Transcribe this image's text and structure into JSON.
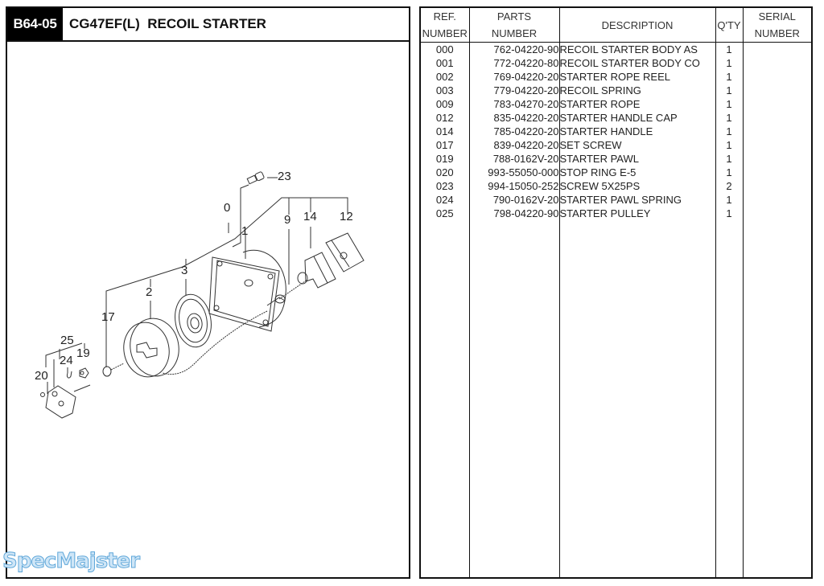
{
  "header": {
    "section_code": "B64-05",
    "title": "CG47EF(L)  RECOIL STARTER"
  },
  "diagram": {
    "callouts": [
      {
        "label": "23",
        "part": "screw"
      },
      {
        "label": "0",
        "part": "recoil-starter-body-assembly"
      },
      {
        "label": "1",
        "part": "recoil-starter-body-case"
      },
      {
        "label": "9",
        "part": "starter-rope"
      },
      {
        "label": "14",
        "part": "starter-handle"
      },
      {
        "label": "12",
        "part": "starter-handle-cap"
      },
      {
        "label": "3",
        "part": "recoil-spring"
      },
      {
        "label": "2",
        "part": "starter-rope-reel"
      },
      {
        "label": "17",
        "part": "set-screw"
      },
      {
        "label": "25",
        "part": "starter-pulley"
      },
      {
        "label": "24",
        "part": "starter-pawl-spring"
      },
      {
        "label": "19",
        "part": "starter-pawl"
      },
      {
        "label": "20",
        "part": "stop-ring"
      }
    ]
  },
  "watermark": "SpecMajster",
  "table": {
    "headers": {
      "ref": [
        "REF.",
        "NUMBER"
      ],
      "parts": [
        "PARTS",
        "NUMBER"
      ],
      "description": "DESCRIPTION",
      "qty": "Q'TY",
      "serial": [
        "SERIAL",
        "NUMBER"
      ]
    },
    "rows": [
      {
        "ref": "000",
        "part_number": "762-04220-90",
        "description": "RECOIL STARTER BODY AS",
        "qty": "1",
        "serial": ""
      },
      {
        "ref": "001",
        "part_number": "772-04220-80",
        "description": "RECOIL STARTER BODY CO",
        "qty": "1",
        "serial": ""
      },
      {
        "ref": "002",
        "part_number": "769-04220-20",
        "description": "STARTER ROPE REEL",
        "qty": "1",
        "serial": ""
      },
      {
        "ref": "003",
        "part_number": "779-04220-20",
        "description": "RECOIL SPRING",
        "qty": "1",
        "serial": ""
      },
      {
        "ref": "009",
        "part_number": "783-04270-20",
        "description": "STARTER ROPE",
        "qty": "1",
        "serial": ""
      },
      {
        "ref": "012",
        "part_number": "835-04220-20",
        "description": "STARTER HANDLE CAP",
        "qty": "1",
        "serial": ""
      },
      {
        "ref": "014",
        "part_number": "785-04220-20",
        "description": "STARTER HANDLE",
        "qty": "1",
        "serial": ""
      },
      {
        "ref": "017",
        "part_number": "839-04220-20",
        "description": "SET SCREW",
        "qty": "1",
        "serial": ""
      },
      {
        "ref": "019",
        "part_number": "788-0162V-20",
        "description": "STARTER PAWL",
        "qty": "1",
        "serial": ""
      },
      {
        "ref": "020",
        "part_number": "993-55050-000",
        "description": "STOP RING E-5",
        "qty": "1",
        "serial": ""
      },
      {
        "ref": "023",
        "part_number": "994-15050-252",
        "description": "SCREW 5X25PS",
        "qty": "2",
        "serial": ""
      },
      {
        "ref": "024",
        "part_number": "790-0162V-20",
        "description": "STARTER PAWL SPRING",
        "qty": "1",
        "serial": ""
      },
      {
        "ref": "025",
        "part_number": "798-04220-90",
        "description": "STARTER PULLEY",
        "qty": "1",
        "serial": ""
      }
    ]
  }
}
